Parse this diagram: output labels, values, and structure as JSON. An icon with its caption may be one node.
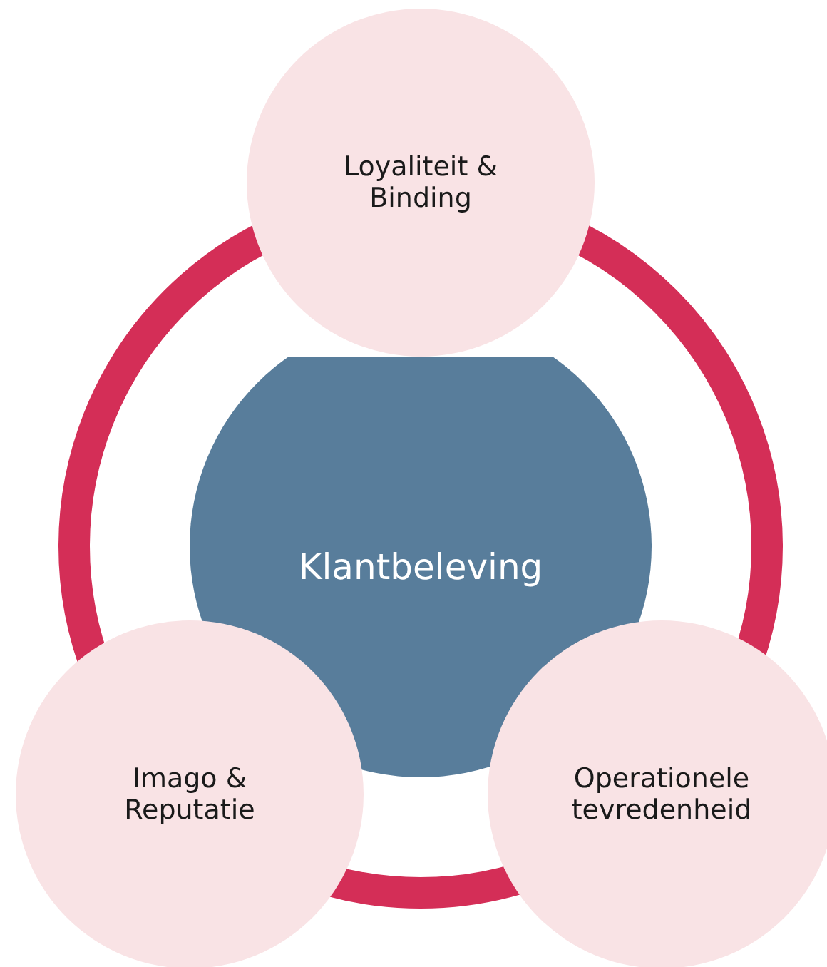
{
  "diagram": {
    "nodes": [
      {
        "text": [
          "Loyaliteit & Binding"
        ]
      },
      {
        "text": [
          "Klantbeleving"
        ]
      },
      {
        "text": [
          "Imago & Reputatie"
        ]
      },
      {
        "text": [
          "Operationele tevredenheid"
        ]
      }
    ]
  }
}
